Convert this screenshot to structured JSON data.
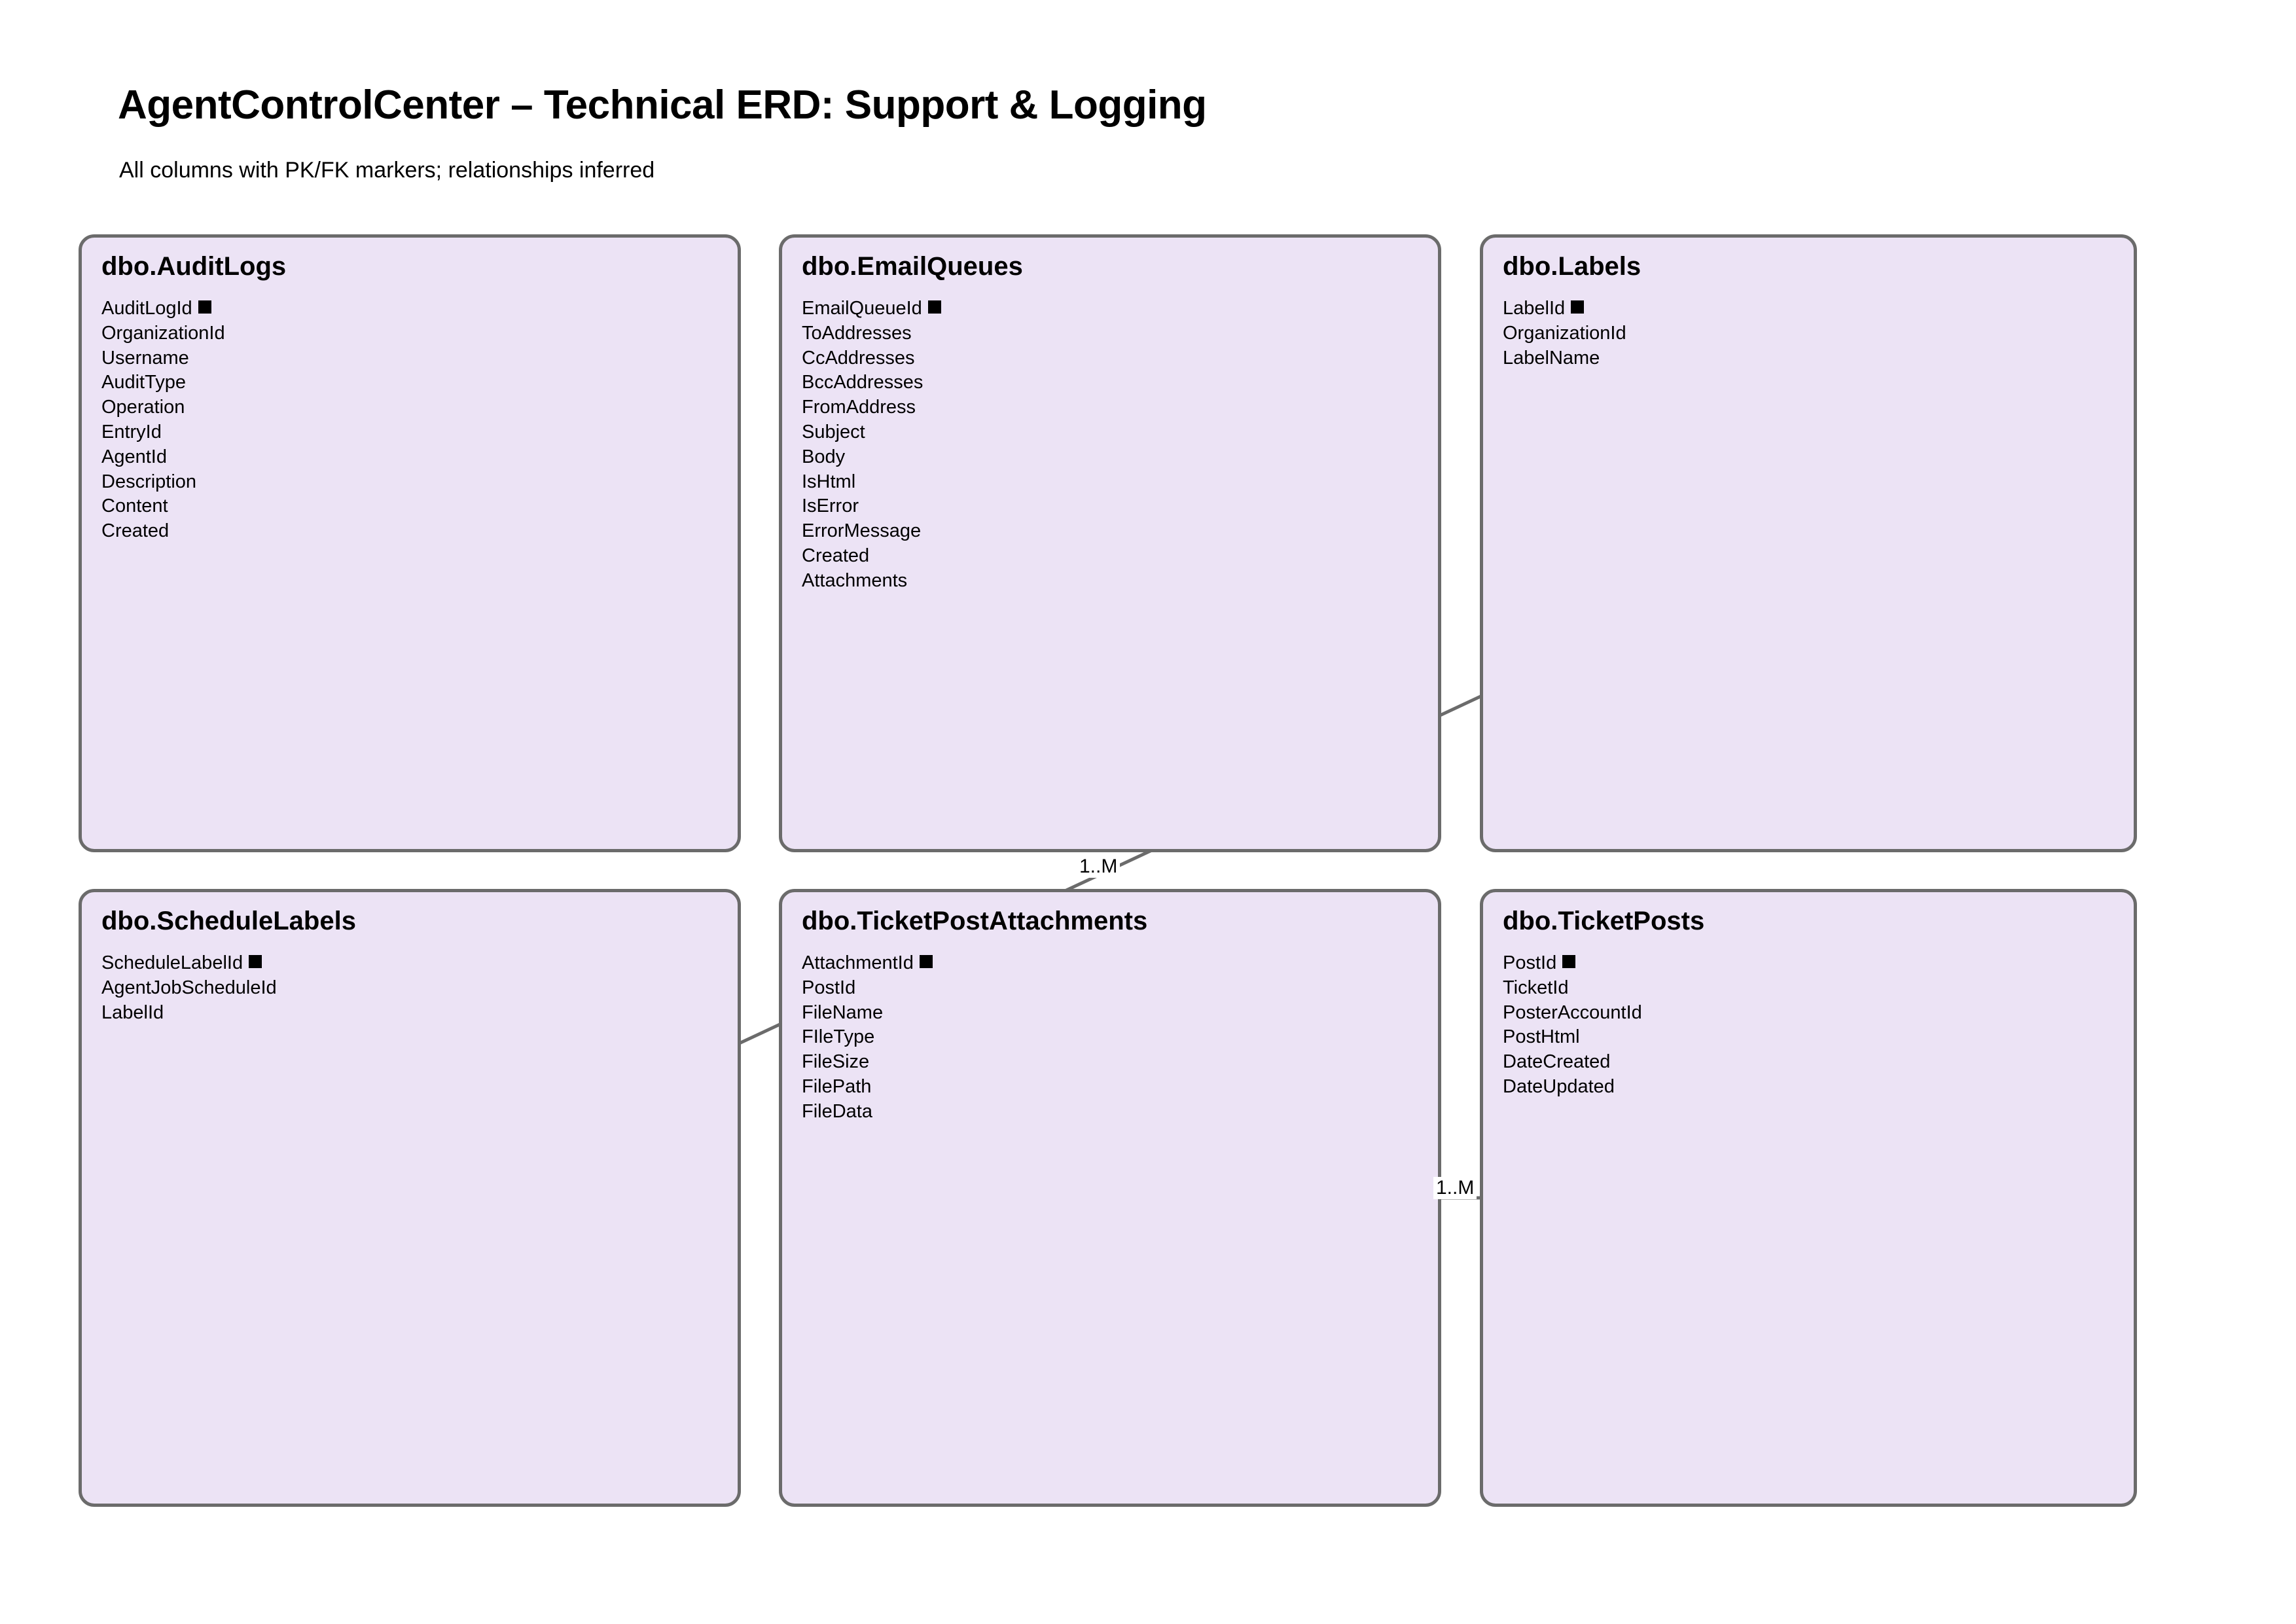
{
  "header": {
    "title": "AgentControlCenter – Technical ERD: Support & Logging",
    "subtitle": "All columns with PK/FK markers; relationships inferred"
  },
  "style": {
    "box_fill": "#ece3f5",
    "box_border": "#6b6b6b",
    "edge_color": "#6b6b6b",
    "page_background": "#ffffff",
    "text_color": "#000000"
  },
  "entities": [
    {
      "name": "dbo.AuditLogs",
      "columns": [
        {
          "name": "AuditLogId",
          "pk": true
        },
        {
          "name": "OrganizationId",
          "pk": false
        },
        {
          "name": "Username",
          "pk": false
        },
        {
          "name": "AuditType",
          "pk": false
        },
        {
          "name": "Operation",
          "pk": false
        },
        {
          "name": "EntryId",
          "pk": false
        },
        {
          "name": "AgentId",
          "pk": false
        },
        {
          "name": "Description",
          "pk": false
        },
        {
          "name": "Content",
          "pk": false
        },
        {
          "name": "Created",
          "pk": false
        }
      ]
    },
    {
      "name": "dbo.EmailQueues",
      "columns": [
        {
          "name": "EmailQueueId",
          "pk": true
        },
        {
          "name": "ToAddresses",
          "pk": false
        },
        {
          "name": "CcAddresses",
          "pk": false
        },
        {
          "name": "BccAddresses",
          "pk": false
        },
        {
          "name": "FromAddress",
          "pk": false
        },
        {
          "name": "Subject",
          "pk": false
        },
        {
          "name": "Body",
          "pk": false
        },
        {
          "name": "IsHtml",
          "pk": false
        },
        {
          "name": "IsError",
          "pk": false
        },
        {
          "name": "ErrorMessage",
          "pk": false
        },
        {
          "name": "Created",
          "pk": false
        },
        {
          "name": "Attachments",
          "pk": false
        }
      ]
    },
    {
      "name": "dbo.Labels",
      "columns": [
        {
          "name": "LabelId",
          "pk": true
        },
        {
          "name": "OrganizationId",
          "pk": false
        },
        {
          "name": "LabelName",
          "pk": false
        }
      ]
    },
    {
      "name": "dbo.ScheduleLabels",
      "columns": [
        {
          "name": "ScheduleLabelId",
          "pk": true
        },
        {
          "name": "AgentJobScheduleId",
          "pk": false
        },
        {
          "name": "LabelId",
          "pk": false
        }
      ]
    },
    {
      "name": "dbo.TicketPostAttachments",
      "columns": [
        {
          "name": "AttachmentId",
          "pk": true
        },
        {
          "name": "PostId",
          "pk": false
        },
        {
          "name": "FileName",
          "pk": false
        },
        {
          "name": "FIleType",
          "pk": false
        },
        {
          "name": "FileSize",
          "pk": false
        },
        {
          "name": "FilePath",
          "pk": false
        },
        {
          "name": "FileData",
          "pk": false
        }
      ]
    },
    {
      "name": "dbo.TicketPosts",
      "columns": [
        {
          "name": "PostId",
          "pk": true
        },
        {
          "name": "TicketId",
          "pk": false
        },
        {
          "name": "PosterAccountId",
          "pk": false
        },
        {
          "name": "PostHtml",
          "pk": false
        },
        {
          "name": "DateCreated",
          "pk": false
        },
        {
          "name": "DateUpdated",
          "pk": false
        }
      ]
    }
  ],
  "relationships": [
    {
      "from": "dbo.ScheduleLabels",
      "to": "dbo.Labels",
      "cardinality": "1..M"
    },
    {
      "from": "dbo.TicketPostAttachments",
      "to": "dbo.TicketPosts",
      "cardinality": "1..M"
    }
  ]
}
